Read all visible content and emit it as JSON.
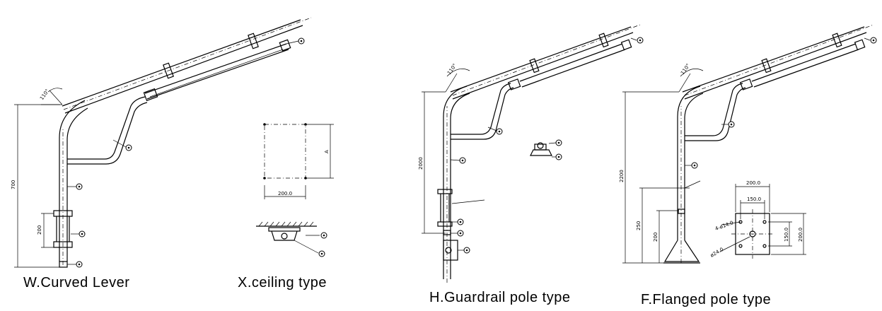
{
  "captions": {
    "curved": "W.Curved Lever",
    "ceiling": "X.ceiling type",
    "guardrail": "H.Guardrail pole type",
    "flanged": "F.Flanged pole type"
  },
  "dims": {
    "w_angle": "110°",
    "w_height": "700",
    "w_clamp": "200",
    "x_side_a": "A",
    "x_width": "200.0",
    "h_angle": "110°",
    "h_height": "2000",
    "f_angle": "110°",
    "f_height": "2200",
    "f_250": "250",
    "f_200": "200",
    "f_top_200": "200.0",
    "f_150": "150.0",
    "f_right_150": "150.0",
    "f_right_200": "200.0",
    "f_bolt": "4-ø14.0",
    "f_hole": "ø24.0"
  }
}
